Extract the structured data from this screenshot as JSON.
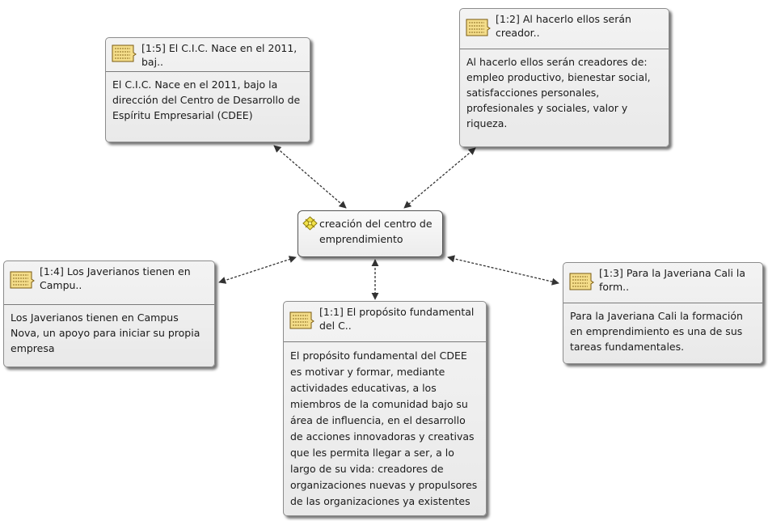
{
  "center": {
    "label": "creación del centro de emprendimiento",
    "icon": "code-diamond-icon"
  },
  "quotes": [
    {
      "id": "q15",
      "title": "[1:5] El C.I.C. Nace en el 2011, baj..",
      "text": "El C.I.C. Nace en el 2011, bajo la dirección del Centro de Desarrollo de Espíritu Empresarial (CDEE)"
    },
    {
      "id": "q12",
      "title": "[1:2] Al hacerlo ellos serán creador..",
      "text": "Al hacerlo ellos serán creadores de: empleo productivo, bienestar social, satisfacciones personales, profesionales y sociales, valor y riqueza."
    },
    {
      "id": "q14",
      "title": "[1:4] Los Javerianos tienen en Campu..",
      "text": "Los Javerianos tienen en Campus Nova, un apoyo para iniciar su propia empresa"
    },
    {
      "id": "q11",
      "title": "[1:1] El propósito fundamental del C..",
      "text": "El propósito fundamental del CDEE es motivar y formar, mediante actividades educativas, a los miembros de la comunidad bajo su área de influencia, en el desarrollo de acciones innovadoras y creativas que les permita llegar a ser, a lo largo de su vida: creadores de organizaciones nuevas y propulsores de las organizaciones ya existentes"
    },
    {
      "id": "q13",
      "title": "[1:3] Para la Javeriana Cali la form..",
      "text": "Para la Javeriana Cali la formación en emprendimiento es una de sus tareas fundamentales."
    }
  ],
  "colors": {
    "quote_icon_fill": "#f4dd8a",
    "quote_icon_stroke": "#7a5a10",
    "code_icon_fill": "#f2e24a",
    "edge": "#333333"
  }
}
